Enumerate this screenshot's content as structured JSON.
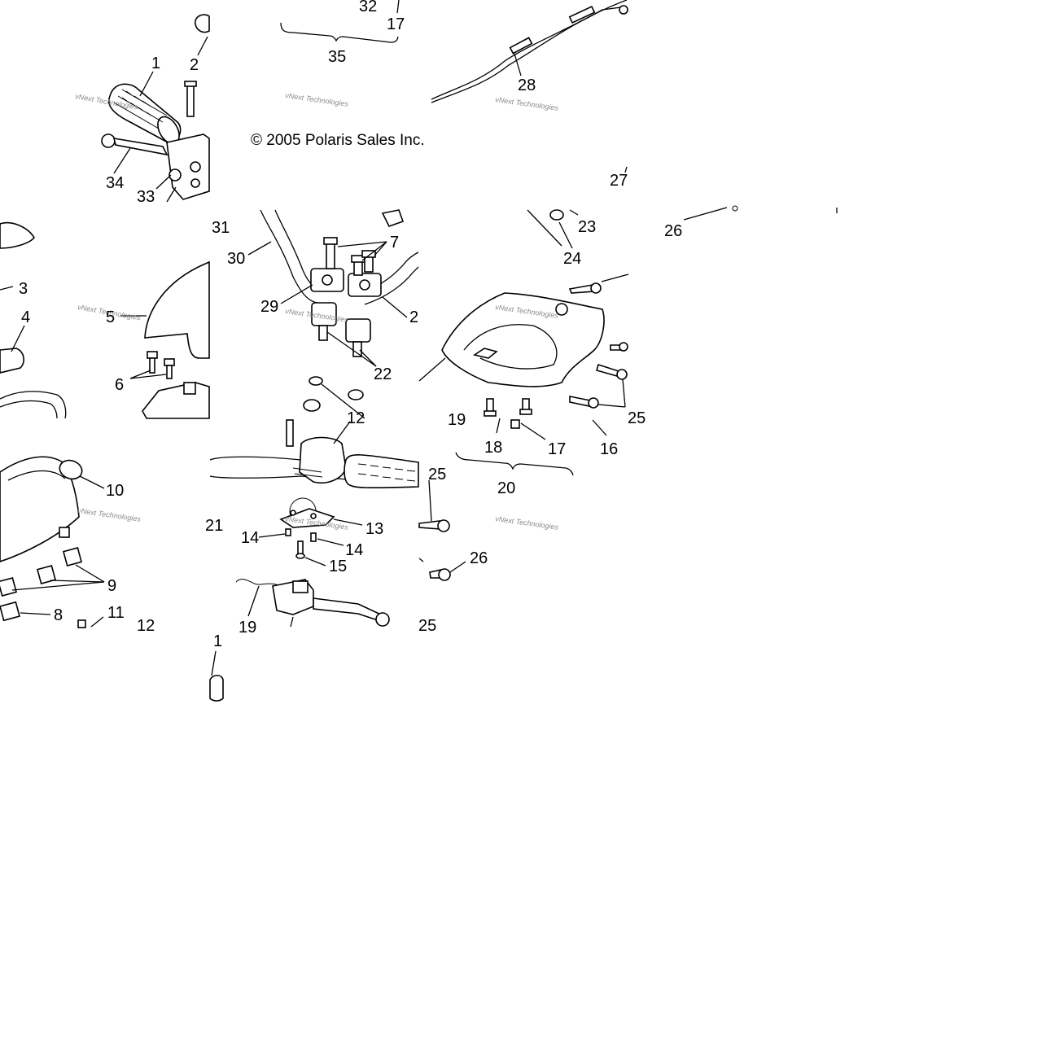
{
  "copyright": "© 2005 Polaris Sales Inc.",
  "watermark": "vNext Technologies",
  "callouts": [
    {
      "id": "c-1a",
      "text": "1"
    },
    {
      "id": "c-2a",
      "text": "2"
    },
    {
      "id": "c-34",
      "text": "34"
    },
    {
      "id": "c-33",
      "text": "33"
    },
    {
      "id": "c-32",
      "text": "32"
    },
    {
      "id": "c-17a",
      "text": "17"
    },
    {
      "id": "c-35",
      "text": "35"
    },
    {
      "id": "c-28",
      "text": "28"
    },
    {
      "id": "c-27",
      "text": "27"
    },
    {
      "id": "c-31",
      "text": "31"
    },
    {
      "id": "c-26a",
      "text": "26"
    },
    {
      "id": "c-3",
      "text": "3"
    },
    {
      "id": "c-4",
      "text": "4"
    },
    {
      "id": "c-5",
      "text": "5"
    },
    {
      "id": "c-6",
      "text": "6"
    },
    {
      "id": "c-30",
      "text": "30"
    },
    {
      "id": "c-7",
      "text": "7"
    },
    {
      "id": "c-29",
      "text": "29"
    },
    {
      "id": "c-2b",
      "text": "2"
    },
    {
      "id": "c-22",
      "text": "22"
    },
    {
      "id": "c-23",
      "text": "23"
    },
    {
      "id": "c-24",
      "text": "24"
    },
    {
      "id": "c-25a",
      "text": "25"
    },
    {
      "id": "c-19a",
      "text": "19"
    },
    {
      "id": "c-18",
      "text": "18"
    },
    {
      "id": "c-17b",
      "text": "17"
    },
    {
      "id": "c-16",
      "text": "16"
    },
    {
      "id": "c-20",
      "text": "20"
    },
    {
      "id": "c-10",
      "text": "10"
    },
    {
      "id": "c-9",
      "text": "9"
    },
    {
      "id": "c-8",
      "text": "8"
    },
    {
      "id": "c-11",
      "text": "11"
    },
    {
      "id": "c-12",
      "text": "12"
    },
    {
      "id": "c-21",
      "text": "21"
    },
    {
      "id": "c-14a",
      "text": "14"
    },
    {
      "id": "c-13",
      "text": "13"
    },
    {
      "id": "c-14b",
      "text": "14"
    },
    {
      "id": "c-15",
      "text": "15"
    },
    {
      "id": "c-25b",
      "text": "25"
    },
    {
      "id": "c-26b",
      "text": "26"
    },
    {
      "id": "c-19b",
      "text": "19"
    },
    {
      "id": "c-25c",
      "text": "25"
    },
    {
      "id": "c-1b",
      "text": "1"
    },
    {
      "id": "c-12b",
      "text": "12"
    }
  ]
}
